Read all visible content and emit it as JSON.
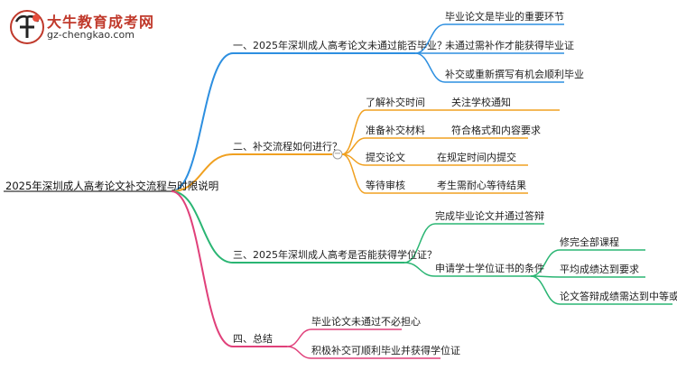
{
  "logo": {
    "title": "大牛教育成考网",
    "url": "gz-chengkao.com"
  },
  "root": "2025年深圳成人高考论文补交流程与时限说明",
  "branches": [
    {
      "label": "一、2025年深圳成人高考论文未通过能否毕业？",
      "color": "#2d8fe0",
      "children": [
        {
          "label": "毕业论文是毕业的重要环节"
        },
        {
          "label": "未通过需补作才能获得毕业证"
        },
        {
          "label": "补交或重新撰写有机会顺利毕业"
        }
      ]
    },
    {
      "label": "二、补交流程如何进行？",
      "color": "#f0a020",
      "collapse_symbol": "−",
      "children": [
        {
          "label": "了解补交时间",
          "children": [
            {
              "label": "关注学校通知"
            }
          ]
        },
        {
          "label": "准备补交材料",
          "children": [
            {
              "label": "符合格式和内容要求"
            }
          ]
        },
        {
          "label": "提交论文",
          "children": [
            {
              "label": "在规定时间内提交"
            }
          ]
        },
        {
          "label": "等待审核",
          "children": [
            {
              "label": "考生需耐心等待结果"
            }
          ]
        }
      ]
    },
    {
      "label": "三、2025年深圳成人高考是否能获得学位证？",
      "color": "#2ab573",
      "children": [
        {
          "label": "完成毕业论文并通过答辩"
        },
        {
          "label": "申请学士学位证书的条件",
          "children": [
            {
              "label": "修完全部课程"
            },
            {
              "label": "平均成绩达到要求"
            },
            {
              "label": "论文答辩成绩需达到中等或以上"
            }
          ]
        }
      ]
    },
    {
      "label": "四、总结",
      "color": "#e0407a",
      "children": [
        {
          "label": "毕业论文未通过不必担心"
        },
        {
          "label": "积极补交可顺利毕业并获得学位证"
        }
      ]
    }
  ]
}
